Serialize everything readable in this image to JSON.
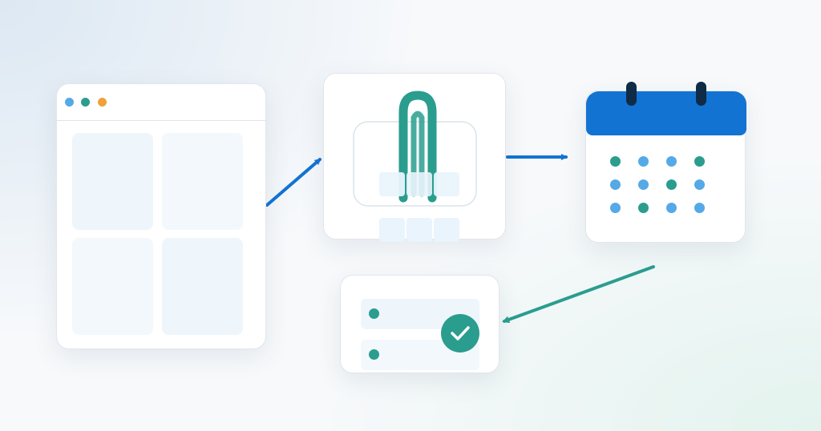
{
  "colors": {
    "card_bg": "#ffffff",
    "tile_light": "#eef6fc",
    "tile_lighter": "#f3f8fc",
    "divider": "#dfe5ec",
    "dot_blue": "#55a9e6",
    "dot_teal": "#2a9d8f",
    "dot_orange": "#f0a13c",
    "arrow_blue": "#1373d3",
    "arrow_teal": "#2a9d8f",
    "calendar_header": "#1373d3",
    "calendar_ring": "#0f2b45",
    "clip_teal": "#2a9d8f",
    "pad_light": "#e9f4fc",
    "check_bg": "#2a9d8f",
    "check_mark": "#ffffff"
  },
  "icons": {
    "browser": "browser-window-icon",
    "clip": "paperclip-icon",
    "calendar": "calendar-icon",
    "checklist": "checklist-icon",
    "check": "checkmark-icon"
  },
  "calendar_dots": [
    [
      "teal",
      "blue",
      "blue",
      "teal"
    ],
    [
      "blue",
      "blue",
      "teal",
      "blue"
    ],
    [
      "blue",
      "teal",
      "blue",
      "blue"
    ]
  ]
}
